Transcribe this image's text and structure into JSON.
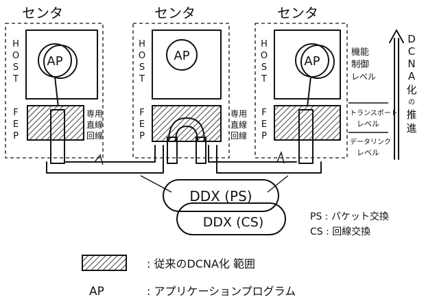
{
  "centers": [
    {
      "label": "センタ",
      "host": "HOST",
      "fep": "FEP",
      "ap": "AP"
    },
    {
      "label": "センタ",
      "host": "HOST",
      "fep": "FEP",
      "ap": "AP"
    },
    {
      "label": "センタ",
      "host": "HOST",
      "fep": "FEP",
      "ap": "AP"
    }
  ],
  "lines": {
    "dedicated": [
      "専用",
      "直線",
      "回線"
    ],
    "dedicated_link": [
      "専用",
      "直線",
      "回線"
    ]
  },
  "networks": {
    "ps": "DDX (PS)",
    "cs": "DDX (CS)"
  },
  "levels": {
    "function": [
      "機能",
      "制御",
      "レベル"
    ],
    "transport": [
      "トランスポート",
      "レベル"
    ],
    "datalink": [
      "データリンク",
      "レベル"
    ]
  },
  "dcna_arrow": [
    "D",
    "C",
    "N",
    "A",
    "化",
    "の",
    "推",
    "進"
  ],
  "abbrev": {
    "ps": "PS : パケット交換",
    "cs": "CS : 回線交換"
  },
  "legend": {
    "dcna_label": ": 従来のDCNA化 範囲",
    "ap_key": "AP",
    "ap_label": ": アプリケーションプログラム"
  },
  "colors": {
    "ink": "#111111",
    "paper": "#ffffff"
  }
}
